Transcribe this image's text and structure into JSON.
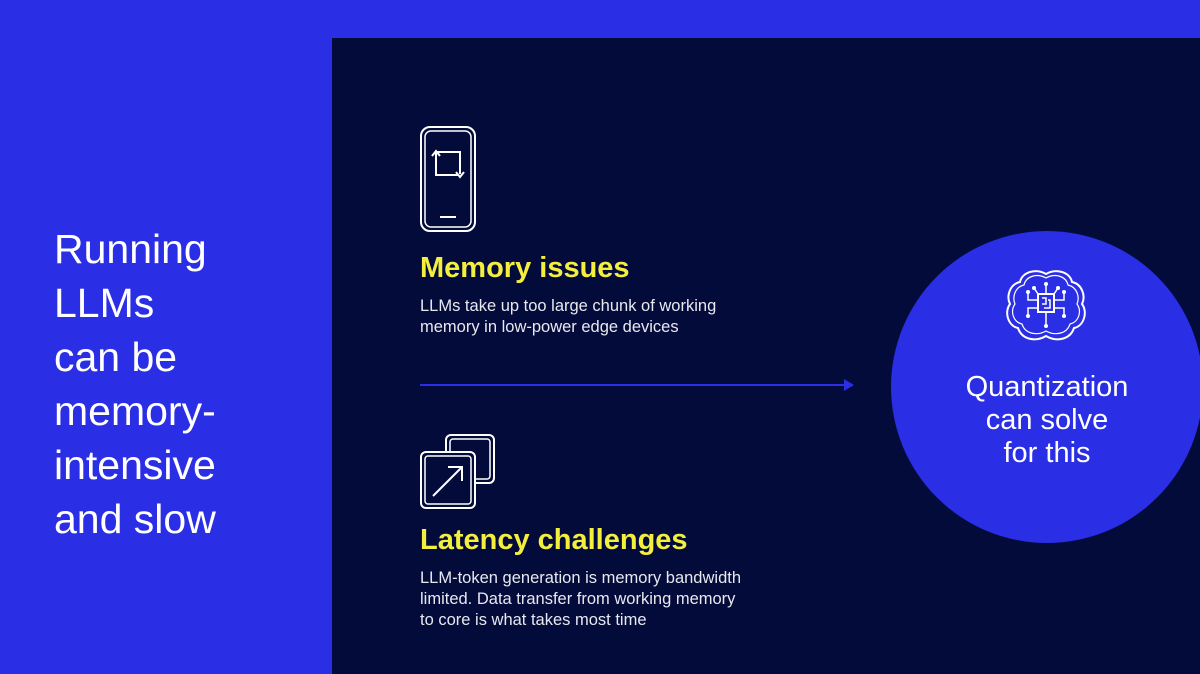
{
  "headline": [
    "Running",
    "LLMs",
    "can be",
    "memory-",
    "intensive",
    "and slow"
  ],
  "memory": {
    "title": "Memory issues",
    "desc": [
      "LLMs take up too large chunk of working",
      "memory in low-power edge devices"
    ]
  },
  "latency": {
    "title": "Latency challenges",
    "desc": [
      "LLM-token generation is memory bandwidth",
      "limited. Data transfer from working memory",
      "to core is what takes most time"
    ]
  },
  "solution": [
    "Quantization",
    "can solve",
    "for this"
  ],
  "colors": {
    "blue": "#2a2ee4",
    "navy": "#030b3b",
    "yellow": "#f3ef3c"
  }
}
